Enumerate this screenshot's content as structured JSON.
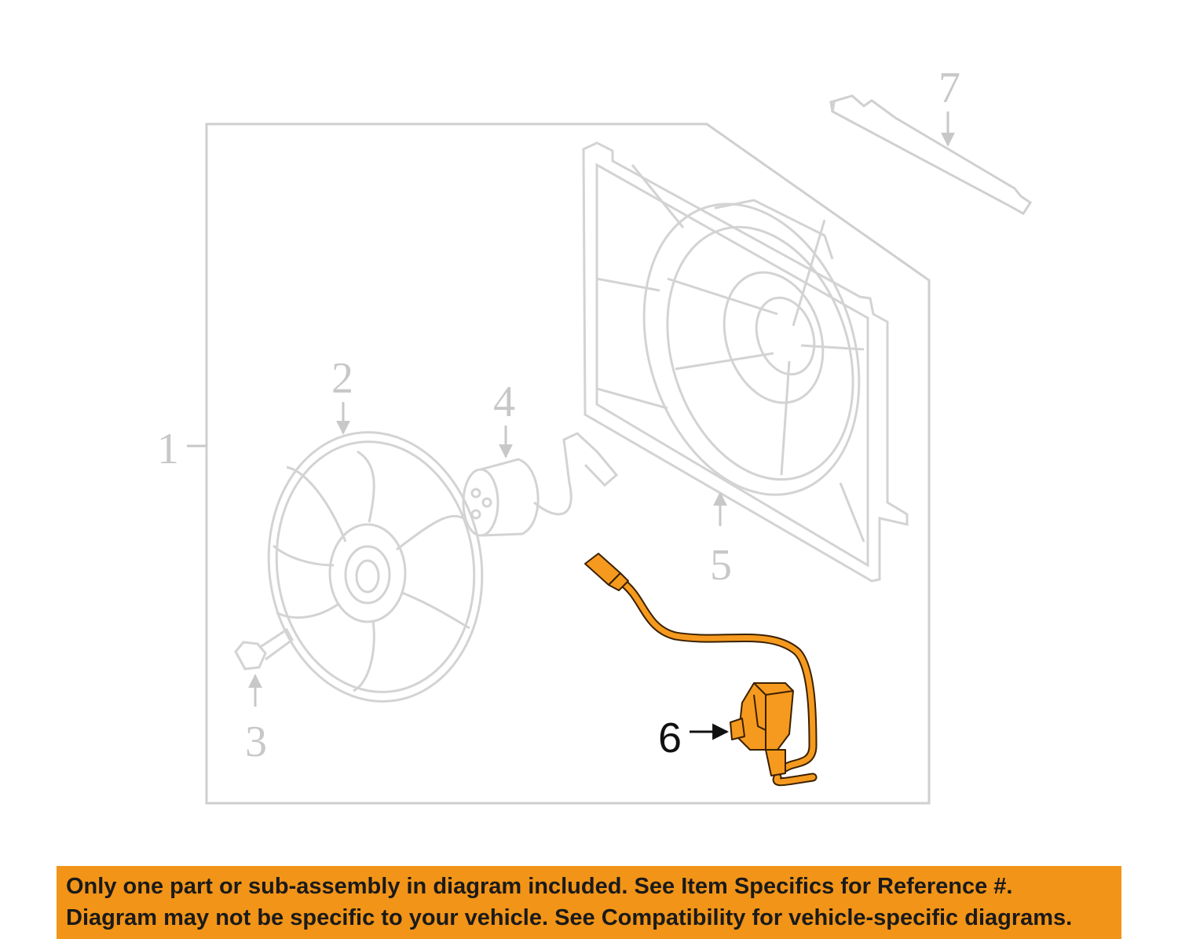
{
  "diagram": {
    "callouts": [
      {
        "id": "1",
        "label": "1"
      },
      {
        "id": "2",
        "label": "2"
      },
      {
        "id": "3",
        "label": "3"
      },
      {
        "id": "4",
        "label": "4"
      },
      {
        "id": "5",
        "label": "5"
      },
      {
        "id": "6",
        "label": "6"
      },
      {
        "id": "7",
        "label": "7"
      }
    ],
    "highlighted_callout": "6",
    "colors": {
      "ghost_line": "#d0d0d0",
      "highlight_fill": "#f59a1e",
      "highlight_stroke": "#3a2000",
      "callout_text": "#c8c8c8",
      "notice_bg": "#f29418"
    }
  },
  "notice": {
    "line1": "Only one part or sub-assembly in diagram included. See Item Specifics for Reference #.",
    "line2": "Diagram may not be specific to your vehicle. See Compatibility for vehicle-specific diagrams."
  }
}
